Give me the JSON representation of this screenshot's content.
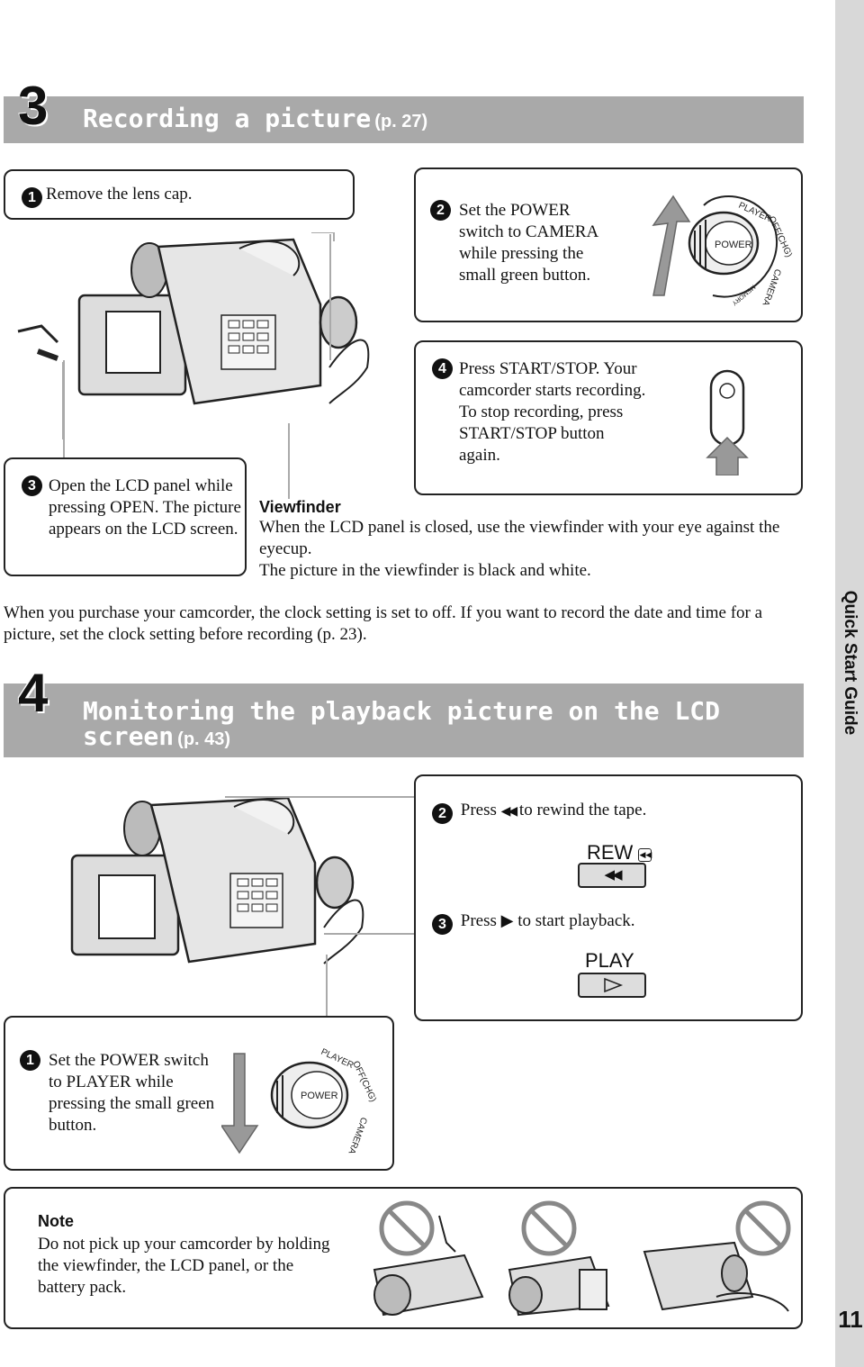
{
  "sidebar": {
    "label": "Quick Start Guide",
    "page_number": "11"
  },
  "section3": {
    "number": "3",
    "title": "Recording a picture",
    "ref": "(p. 27)",
    "step1": {
      "num": "1",
      "text": "Remove the lens cap."
    },
    "step2": {
      "num": "2",
      "text": "Set the POWER switch to CAMERA while pressing the small green button."
    },
    "step3": {
      "num": "3",
      "text": "Open the LCD panel while pressing OPEN. The  picture appears on the LCD screen."
    },
    "step4": {
      "num": "4",
      "text": "Press START/STOP. Your camcorder starts recording. To stop recording, press START/STOP button again."
    },
    "viewfinder": {
      "title": "Viewfinder",
      "line1": "When the LCD panel is closed, use the viewfinder with your eye against the eyecup.",
      "line2": "The picture in the viewfinder is black and white."
    },
    "switch_labels": {
      "power": "POWER",
      "player": "PLAYER",
      "off": "OFF(CHG)",
      "camera": "CAMERA",
      "memory": "MEMORY"
    }
  },
  "clock_note": "When you purchase your camcorder, the clock setting is set to off. If you want to record the date and time for a picture, set the clock setting before recording (p. 23).",
  "section4": {
    "number": "4",
    "title_line1": "Monitoring the playback picture on the LCD",
    "title_line2": "screen",
    "ref": "(p. 43)",
    "step1": {
      "num": "1",
      "text": "Set the POWER switch to PLAYER while pressing the small green button."
    },
    "step2": {
      "num": "2",
      "pre": "Press",
      "post": "to rewind the tape.",
      "button_label": "REW"
    },
    "step3": {
      "num": "3",
      "pre": "Press",
      "post": "to start playback.",
      "button_label": "PLAY"
    }
  },
  "note": {
    "title": "Note",
    "text": "Do not pick up your camcorder by holding the viewfinder, the LCD panel, or the battery pack."
  }
}
